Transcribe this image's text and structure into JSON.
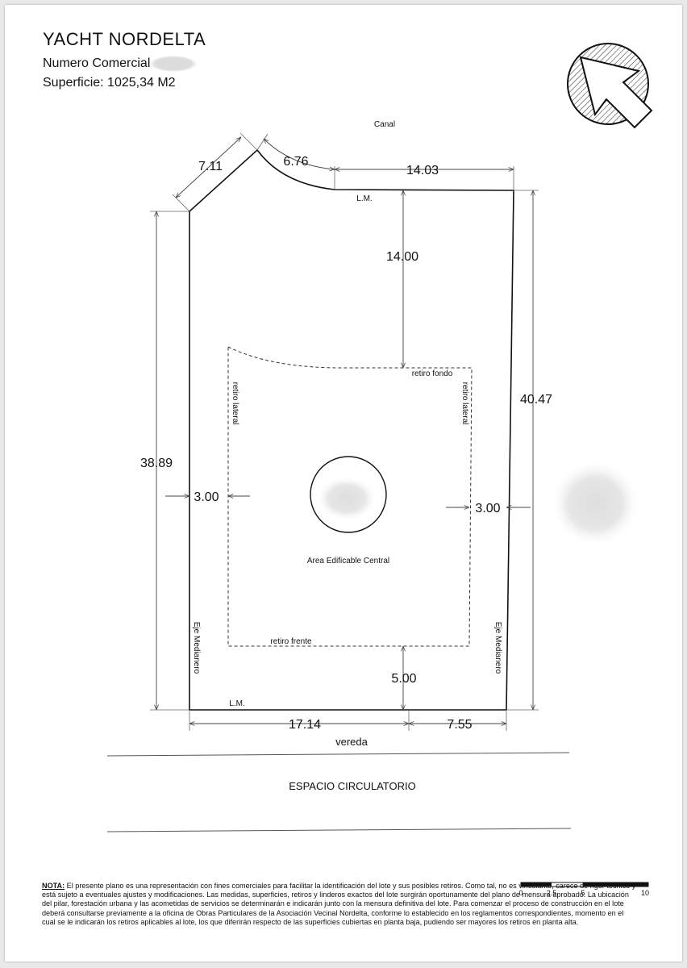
{
  "header": {
    "title": "YACHT NORDELTA",
    "numero_label": "Numero Comercial",
    "superficie": "Superficie: 1025,34 M2"
  },
  "plan": {
    "canal": "Canal",
    "lm_top": "L.M.",
    "lm_bottom": "L.M.",
    "retiro_fondo": "retiro fondo",
    "retiro_lateral_left": "retiro lateral",
    "retiro_lateral_right": "retiro lateral",
    "retiro_frente": "retiro frente",
    "area": "Area Edificable Central",
    "eje_left": "Eje Medianero",
    "eje_right": "Eje Medianero",
    "vereda": "vereda",
    "espacio": "ESPACIO CIRCULATORIO",
    "dims": {
      "top_left_side": "7.11",
      "top_arc": "6.76",
      "top_right": "14.03",
      "retiro_fondo_depth": "14.00",
      "right_side": "40.47",
      "left_side": "38.89",
      "lateral_left": "3.00",
      "lateral_right": "3.00",
      "frente_depth": "5.00",
      "bottom_left": "17.14",
      "bottom_right": "7.55"
    }
  },
  "scale": {
    "ticks": [
      "0",
      "2.5",
      "5",
      "10"
    ]
  },
  "nota": {
    "label": "NOTA:",
    "text": "El presente plano es una representación con fines comerciales para facilitar la identificación del lote y sus posibles retiros. Como tal, no es vinculante, carece de rigor técnico y está sujeto a eventuales ajustes y modificaciones. Las medidas, superficies, retiros y linderos exactos del lote surgirán oportunamente del plano de mensura aprobado. La ubicación del pilar, forestación urbana y las acometidas de servicios se determinarán e indicarán junto con la mensura definitiva del lote. Para comenzar el proceso de construcción en el lote deberá consultarse previamente a la oficina de Obras Particulares de la Asociación Vecinal Nordelta, conforme lo establecido en los reglamentos correspondientes, momento en el cual se le indicarán los retiros aplicables al lote, los que diferirán respecto de las superficies cubiertas en planta baja, pudiendo ser mayores los retiros en planta alta."
  }
}
